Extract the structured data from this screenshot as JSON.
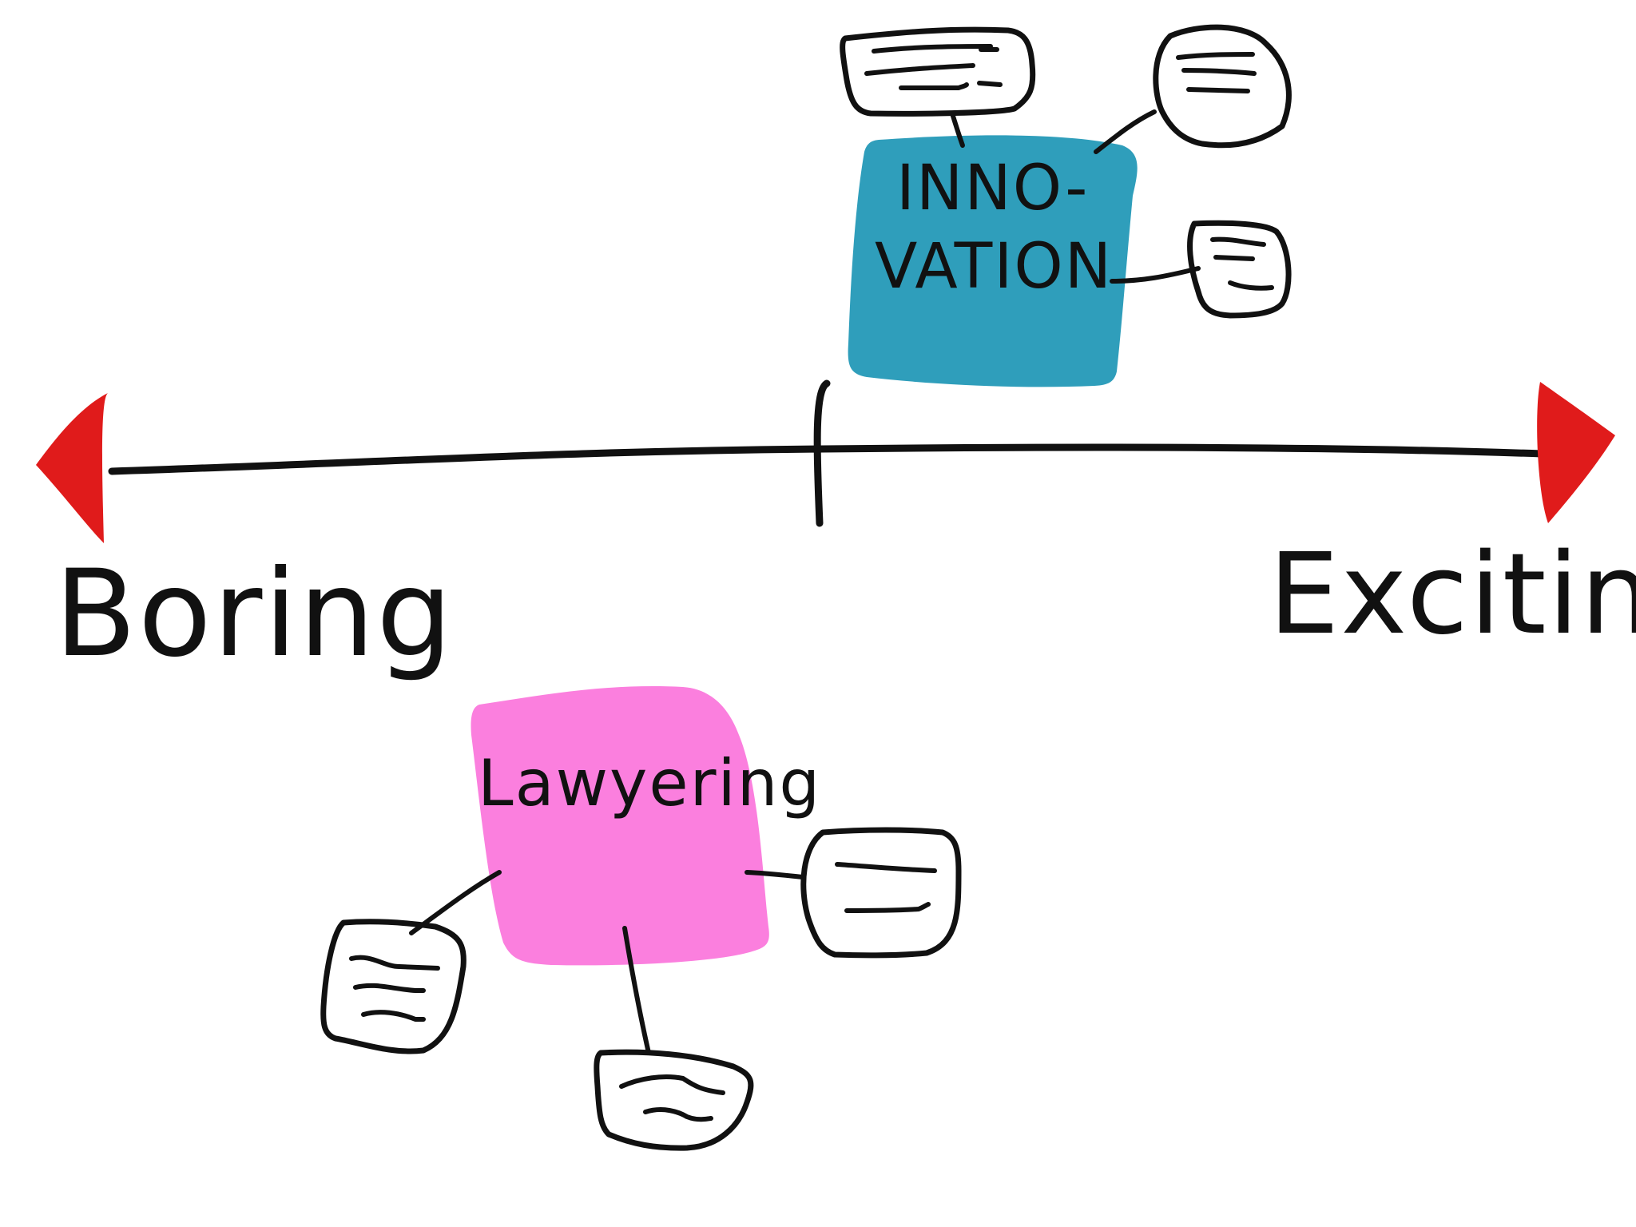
{
  "axis": {
    "left_label": "Boring",
    "right_label": "Exciting"
  },
  "nodes": {
    "innovation": {
      "label_line1": "INNO-",
      "label_line2": "VATION",
      "color": "#2F9EBB"
    },
    "lawyering": {
      "label": "Lawyering",
      "color": "#FB7FDE"
    }
  },
  "colors": {
    "arrow": "#E01B1B",
    "ink": "#111111"
  }
}
